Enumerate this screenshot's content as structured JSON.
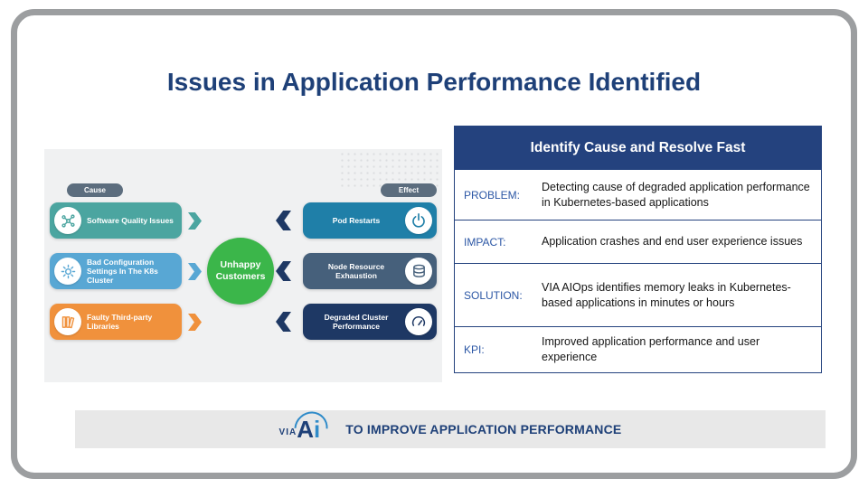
{
  "slide": {
    "title": "Issues in Application Performance Identified"
  },
  "diagram": {
    "cause_label": "Cause",
    "effect_label": "Effect",
    "pill_color": "#5c6d7e",
    "effect_chevron_color": "#1e3864",
    "causes": [
      {
        "label": "Software Quality Issues",
        "color": "#4ba5a0",
        "icon": "network-icon"
      },
      {
        "label": "Bad Configuration Settings In The K8s Cluster",
        "color": "#58a7d4",
        "icon": "gear-icon"
      },
      {
        "label": "Faulty Third-party Libraries",
        "color": "#f0913c",
        "icon": "library-icon"
      }
    ],
    "center": {
      "label": "Unhappy Customers",
      "color": "#3bb64a"
    },
    "effects": [
      {
        "label": "Pod Restarts",
        "color": "#1f7fa8",
        "icon": "power-icon"
      },
      {
        "label": "Node Resource Exhaustion",
        "color": "#46607b",
        "icon": "database-icon"
      },
      {
        "label": "Degraded Cluster Performance",
        "color": "#1e3864",
        "icon": "gauge-icon"
      }
    ]
  },
  "table": {
    "header": "Identify Cause and Resolve Fast",
    "rows": [
      {
        "label": "PROBLEM:",
        "text": "Detecting cause of degraded application performance in Kubernetes-based applications"
      },
      {
        "label": "IMPACT:",
        "text": "Application crashes and end user experience issues"
      },
      {
        "label": "SOLUTION:",
        "text": "VIA AIOps identifies memory leaks in Kubernetes-based applications in minutes or hours"
      },
      {
        "label": "KPI:",
        "text": "Improved application performance and user experience"
      }
    ]
  },
  "footer": {
    "logo_via": "VIA",
    "logo_ai_a": "A",
    "logo_ai_i": "i",
    "text": "TO IMPROVE APPLICATION PERFORMANCE"
  }
}
